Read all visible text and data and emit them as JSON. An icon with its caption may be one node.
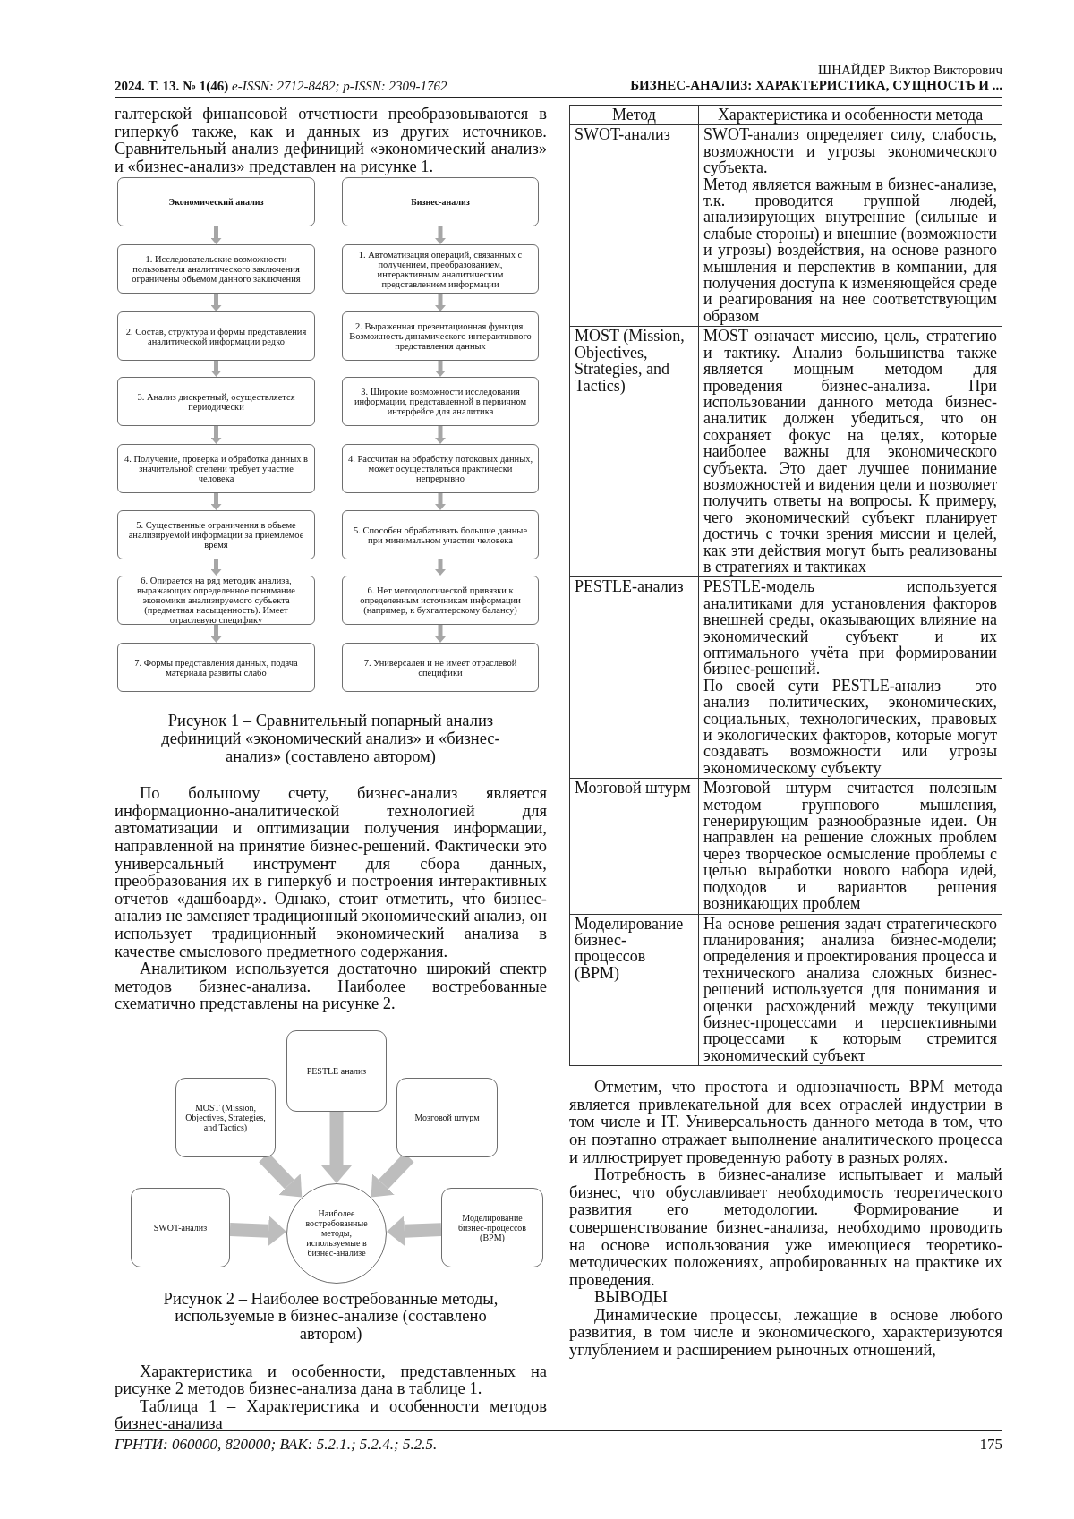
{
  "diagram": {
    "nodes": [
      {
        "text": [
          "Экономический анализ"
        ]
      },
      {
        "text": [
          "1. Исследовательские возможности пользователя аналитического заключения ограничены объемом данного заключения"
        ]
      },
      {
        "text": [
          "2. Состав, структура и формы представления аналитической информации редко"
        ]
      },
      {
        "text": [
          "3. Анализ дискретный, осуществляется периодически"
        ]
      },
      {
        "text": [
          "4. Получение, проверка и обработка данных в значительной степени требует участие человека"
        ]
      },
      {
        "text": [
          "5. Существенные ограничения в объеме анализируемой информации за приемлемое время"
        ]
      },
      {
        "text": [
          "6. Опирается на ряд методик анализа, выражающих определенное понимание экономики анализируемого субъекта (предметная насыщенность). Имеет отраслевую специфику"
        ]
      },
      {
        "text": [
          "7. Формы представления данных, подача материала развиты слабо"
        ]
      },
      {
        "text": [
          "Бизнес-анализ"
        ]
      },
      {
        "text": [
          "1. Автоматизация операций, связанных с получением, преобразованием, интерактивным аналитическим представлением информации"
        ]
      },
      {
        "text": [
          "2. Выраженная презентационная функция. Возможность динамического интерактивного представления данных"
        ]
      },
      {
        "text": [
          "3. Широкие возможности исследования информации, представленной в первичном интерфейсе для аналитика"
        ]
      },
      {
        "text": [
          "4. Рассчитан на обработку потоковых данных, может осуществляться практически непрерывно"
        ]
      },
      {
        "text": [
          "5. Способен обрабатывать большие данные при минимальном участии человека"
        ]
      },
      {
        "text": [
          "6. Нет методологической привязки к определенным источникам информации (например, к бухгалтерскому балансу)"
        ]
      },
      {
        "text": [
          "7. Универсален и не имеет отраслевой специфики"
        ]
      },
      {
        "text": [
          "PESTLE анализ"
        ]
      },
      {
        "text": [
          "MOST (Mission, Objectives, Strategies, and Tactics)"
        ]
      },
      {
        "text": [
          "Мозговой штурм"
        ]
      },
      {
        "text": [
          "SWOT-анализ"
        ]
      },
      {
        "text": [
          "Наиболее востребованные методы, используемые в бизнес-анализе"
        ]
      },
      {
        "text": [
          "Моделирование бизнес-процессов (BPM)"
        ]
      }
    ],
    "edges": [
      {
        "from": 0,
        "to": 1,
        "arrow": "to"
      },
      {
        "from": 1,
        "to": 2,
        "arrow": "to"
      },
      {
        "from": 2,
        "to": 3,
        "arrow": "to"
      },
      {
        "from": 3,
        "to": 4,
        "arrow": "to"
      },
      {
        "from": 4,
        "to": 5,
        "arrow": "to"
      },
      {
        "from": 5,
        "to": 6,
        "arrow": "to"
      },
      {
        "from": 6,
        "to": 7,
        "arrow": "to"
      },
      {
        "from": 8,
        "to": 9,
        "arrow": "to"
      },
      {
        "from": 9,
        "to": 10,
        "arrow": "to"
      },
      {
        "from": 10,
        "to": 11,
        "arrow": "to"
      },
      {
        "from": 11,
        "to": 12,
        "arrow": "to"
      },
      {
        "from": 12,
        "to": 13,
        "arrow": "to"
      },
      {
        "from": 13,
        "to": 14,
        "arrow": "to"
      },
      {
        "from": 14,
        "to": 15,
        "arrow": "to"
      },
      {
        "from": 16,
        "to": 20,
        "arrow": "to",
        "style": "thick"
      },
      {
        "from": 17,
        "to": 20,
        "arrow": "to",
        "style": "thick"
      },
      {
        "from": 18,
        "to": 20,
        "arrow": "to",
        "style": "thick"
      },
      {
        "from": 19,
        "to": 20,
        "arrow": "to",
        "style": "thick"
      },
      {
        "from": 21,
        "to": 20,
        "arrow": "to",
        "style": "thick"
      }
    ],
    "labels": [
      "**2024. Т. 13. № 1(46)** *e-ISSN: 2712-8482; p-ISSN: 2309-1762*",
      "ШНАЙДЕР Виктор Викторович",
      "БИЗНЕС-АНАЛИЗ: ХАРАКТЕРИСТИКА, СУЩНОСТЬ И ...",
      "галтерской финансовой отчетности преобразовываются в гиперкуб также, как и данных из других источников. Сравнительный анализ дефиниций «экономический анализ» и «бизнес-анализ» представлен на рисунке 1.",
      "Рисунок 1 – Сравнительный попарный анализ дефиниций «экономический анализ» и «бизнес-анализ» (составлено автором)",
      "По большому счету, бизнес-анализ является информационно-аналитической технологией для автоматизации и оптимизации получения информации, направленной на принятие бизнес-решений. Фактически это универсальный инструмент для сбора данных, преобразования их в гиперкуб и построения интерактивных отчетов «дашбоард». Однако, стоит отметить, что бизнес-анализ не заменяет традиционный экономический анализ, он использует традиционный экономический анализа в качестве смыслового предметного содержания.",
      "Аналитиком используется достаточно широкий спектр методов бизнес-анализа. Наиболее востребованные схематично представлены на рисунке 2.",
      "Рисунок 2 – Наиболее востребованные методы, используемые в бизнес-анализе (составлено автором)",
      "Характеристика и особенности, представленных на рисунке 2 методов бизнес-анализа дана в таблице 1.",
      "Таблица 1 – Характеристика и особенности методов бизнес-анализа",
      "Метод",
      "Характеристика и особенности метода",
      "SWOT-анализ",
      "SWOT-анализ определяет силу, слабость, возможности и угрозы экономического субъекта.",
      "Метод является важным в бизнес-анализе, т.к. проводится группой людей, анализирующих внутренние (сильные и слабые стороны) и внешние (возможности и угрозы) воздействия, на основе разного мышления и перспектив в компании, для получения доступа к изменяющейся среде и реагирования на нее соответствующим образом",
      "MOST (Mission, Objectives, Strategies, and Tactics)",
      "MOST означает миссию, цель, стратегию и тактику. Анализ большинства также является мощным методом для проведения бизнес-анализа. При использовании данного метода бизнес-аналитик должен убедиться, что он сохраняет фокус на целях, которые наиболее важны для экономического субъекта. Это дает лучшее понимание возможностей и видения цели и позволяет получить ответы на вопросы. К примеру, чего экономический субъект планирует достичь с точки зрения миссии и целей, как эти действия могут быть реализованы в стратегиях и тактиках",
      "PESTLE-анализ",
      "PESTLE-модель используется аналитиками для установления факторов внешней среды, оказывающих влияние на экономический субъект и их оптимального учёта при формировании бизнес-решений.",
      "По своей сути PESTLE-анализ – это анализ политических, экономических, социальных, технологических, правовых и экологических факторов, которые могут создавать возможности или угрозы экономическому субъекту",
      "Мозговой штурм",
      "Мозговой штурм считается полезным методом группового мышления, генерирующим разнообразные идеи. Он направлен на решение сложных проблем через творческое осмысление проблемы с целью выработки нового набора идей, подходов и вариантов решения возникающих проблем",
      "Моделирование бизнес-процессов (BPM)",
      "На основе решения задач стратегического планирования; анализа бизнес-модели; определения и проектирования процесса и технического анализа сложных бизнес-решений используется для понимания и оценки расхождений между текущими бизнес-процессами и перспективными процессами к которым стремится экономический субъект",
      "Отметим, что простота и однозначность BPM метода является привлекательной для всех отраслей индустрии в том числе и IT. Универсальность данного метода в том, что он поэтапно отражает выполнение аналитического процесса и иллюстрирует проведенную работу в разных ролях.",
      "Потребность в бизнес-анализе испытывает и малый бизнес, что обуславливает необходимость теоретического развития его методологии. Формирование и совершенствование бизнес-анализа, необходимо проводить на основе использования уже имеющиеся теоретико-методических положениях, апробированных на практике их проведения.",
      "ВЫВОДЫ",
      "Динамические процессы, лежащие в основе любого развития, в том числе и экономического, характеризуются углублением и расширением рыночных отношений,",
      "ГРНТИ: 060000, 820000; ВАК: 5.2.1.; 5.2.4.; 5.2.5.",
      "175"
    ]
  }
}
